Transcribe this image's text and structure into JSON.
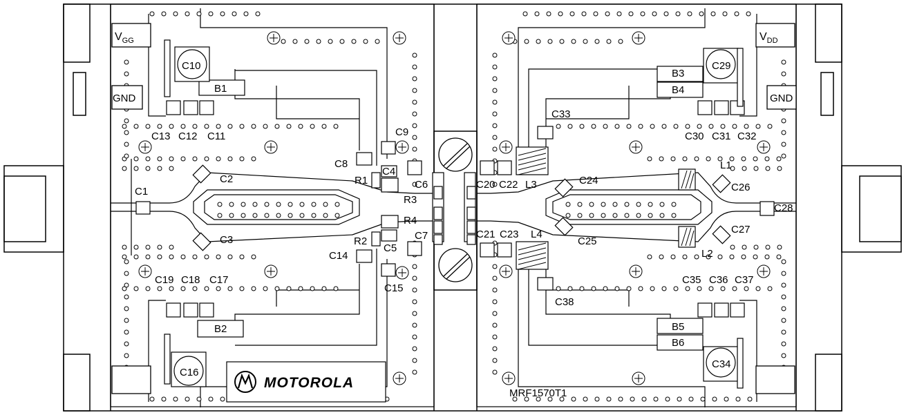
{
  "board": {
    "logo_text": "MOTOROLA",
    "part_number": "MRF1570T1",
    "power_labels": {
      "vgg_main": "V",
      "vgg_sub": "GG",
      "vdd_main": "V",
      "vdd_sub": "DD",
      "gnd_left": "GND",
      "gnd_right": "GND"
    },
    "components": {
      "c1": "C1",
      "c2": "C2",
      "c3": "C3",
      "c4": "C4",
      "c5": "C5",
      "c6": "C6",
      "c7": "C7",
      "c8": "C8",
      "c9": "C9",
      "c10": "C10",
      "c11": "C11",
      "c12": "C12",
      "c13": "C13",
      "c14": "C14",
      "c15": "C15",
      "c16": "C16",
      "c17": "C17",
      "c18": "C18",
      "c19": "C19",
      "c20": "C20",
      "c21": "C21",
      "c22": "C22",
      "c23": "C23",
      "c24": "C24",
      "c25": "C25",
      "c26": "C26",
      "c27": "C27",
      "c28": "C28",
      "c29": "C29",
      "c30": "C30",
      "c31": "C31",
      "c32": "C32",
      "c33": "C33",
      "c34": "C34",
      "c35": "C35",
      "c36": "C36",
      "c37": "C37",
      "c38": "C38",
      "r1": "R1",
      "r2": "R2",
      "r3": "R3",
      "r4": "R4",
      "l1": "L1",
      "l2": "L2",
      "l3": "L3",
      "l4": "L4",
      "b1": "B1",
      "b2": "B2",
      "b3": "B3",
      "b4": "B4",
      "b5": "B5",
      "b6": "B6"
    }
  }
}
